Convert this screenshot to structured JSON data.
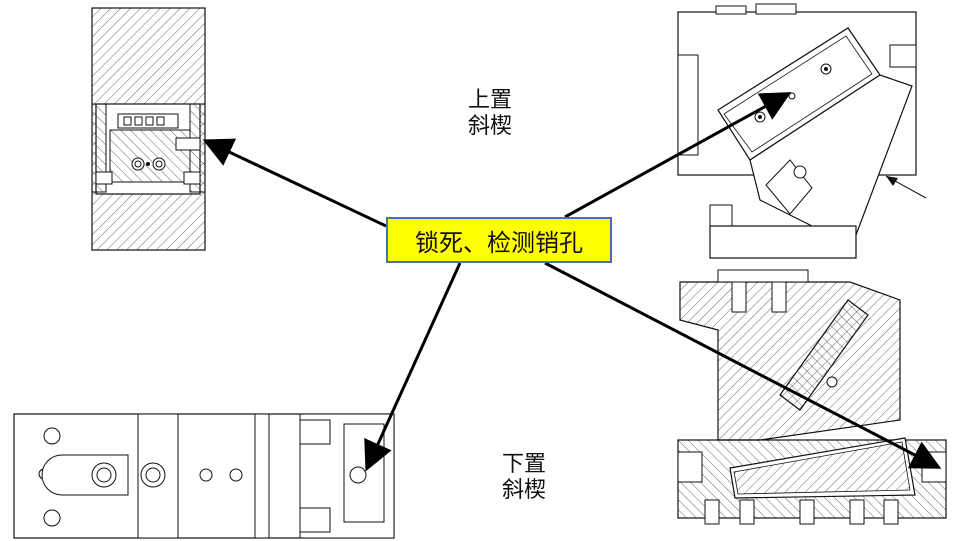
{
  "labels": {
    "upper_wedge_line1": "上置",
    "upper_wedge_line2": "斜楔",
    "lower_wedge_line1": "下置",
    "lower_wedge_line2": "斜楔"
  },
  "callout": {
    "text": "锁死、检测销孔",
    "fill": "#ffff00",
    "border": "#4a6fb5"
  },
  "colors": {
    "line": "#111111",
    "arrow": "#000000"
  }
}
